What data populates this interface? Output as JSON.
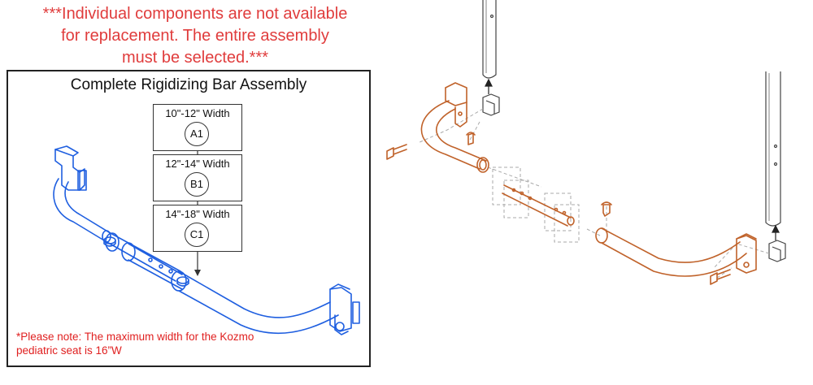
{
  "notice": {
    "lines": [
      "***Individual components are not available",
      "for replacement. The entire assembly",
      "must be selected.***"
    ]
  },
  "assembly": {
    "title": "Complete Rigidizing Bar Assembly",
    "options": [
      {
        "label": "10\"-12\" Width",
        "code": "A1"
      },
      {
        "label": "12\"-14\" Width",
        "code": "B1"
      },
      {
        "label": "14\"-18\" Width",
        "code": "C1"
      }
    ],
    "footnote": {
      "lines": [
        "*Please note: The maximum width for the Kozmo",
        " pediatric seat is 16”W"
      ]
    }
  },
  "colors": {
    "notice_red": "#e03c3c",
    "assembly_blue": "#1f5fe0",
    "exploded_orange": "#c0622a"
  }
}
